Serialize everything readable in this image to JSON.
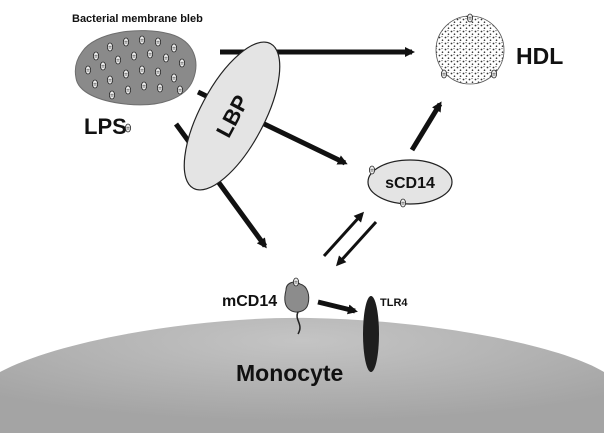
{
  "labels": {
    "bleb": "Bacterial membrane bleb",
    "lps": "LPS",
    "lbp": "LBP",
    "hdl": "HDL",
    "scd14": "sCD14",
    "mcd14": "mCD14",
    "tlr4": "TLR4",
    "monocyte": "Monocyte"
  },
  "colors": {
    "membrane": "#b4b4b4",
    "bleb": "#8a8a8a",
    "ellipse": "#e4e4e4",
    "arrow": "#111111",
    "tlr4": "#1e1e1e",
    "mcd14": "#8c8c8c"
  },
  "icons": {
    "lps_molecule": "lps-molecule-icon",
    "hdl_particle": "hdl-particle-icon"
  }
}
